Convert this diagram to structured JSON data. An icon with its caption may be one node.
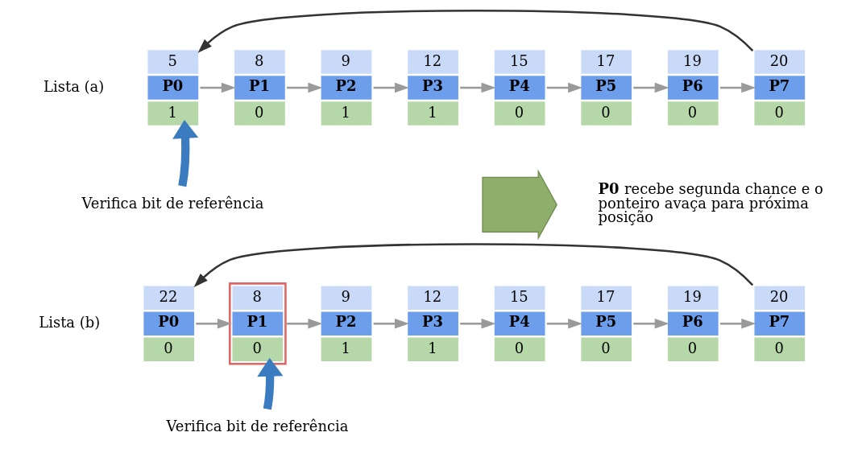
{
  "diagram": {
    "nodes": [
      {
        "text": [
          "5",
          "P0",
          "1"
        ]
      },
      {
        "text": [
          "8",
          "P1",
          "0"
        ]
      },
      {
        "text": [
          "9",
          "P2",
          "1"
        ]
      },
      {
        "text": [
          "12",
          "P3",
          "1"
        ]
      },
      {
        "text": [
          "15",
          "P4",
          "0"
        ]
      },
      {
        "text": [
          "17",
          "P5",
          "0"
        ]
      },
      {
        "text": [
          "19",
          "P6",
          "0"
        ]
      },
      {
        "text": [
          "20",
          "P7",
          "0"
        ]
      },
      {
        "text": [
          "Verifica bit de referência"
        ]
      },
      {
        "text": [],
        "shape": "arrow",
        "beside": [
          "**P0** recebe segunda chance e o ponteiro avaça para próxima posição"
        ]
      },
      {
        "text": [
          "22",
          "P0",
          "0"
        ]
      },
      {
        "text": [
          "8",
          "P1",
          "0"
        ]
      },
      {
        "text": [
          "9",
          "P2",
          "1"
        ]
      },
      {
        "text": [
          "12",
          "P3",
          "1"
        ]
      },
      {
        "text": [
          "15",
          "P4",
          "0"
        ]
      },
      {
        "text": [
          "17",
          "P5",
          "0"
        ]
      },
      {
        "text": [
          "19",
          "P6",
          "0"
        ]
      },
      {
        "text": [
          "20",
          "P7",
          "0"
        ]
      },
      {
        "text": [
          "Verifica bit de referência"
        ]
      }
    ],
    "edges": [
      {
        "from": 0,
        "to": 1,
        "arrow": "to"
      },
      {
        "from": 1,
        "to": 2,
        "arrow": "to"
      },
      {
        "from": 2,
        "to": 3,
        "arrow": "to"
      },
      {
        "from": 3,
        "to": 4,
        "arrow": "to"
      },
      {
        "from": 4,
        "to": 5,
        "arrow": "to"
      },
      {
        "from": 5,
        "to": 6,
        "arrow": "to"
      },
      {
        "from": 6,
        "to": 7,
        "arrow": "to"
      },
      {
        "from": 7,
        "to": 0,
        "arrow": "to",
        "color": "#333333"
      },
      {
        "from": 8,
        "to": 0,
        "arrow": "to",
        "style": "thick",
        "color": "#3b7bbf"
      },
      {
        "from": 10,
        "to": 11,
        "arrow": "to"
      },
      {
        "from": 11,
        "to": 12,
        "arrow": "to"
      },
      {
        "from": 12,
        "to": 13,
        "arrow": "to"
      },
      {
        "from": 13,
        "to": 14,
        "arrow": "to"
      },
      {
        "from": 14,
        "to": 15,
        "arrow": "to"
      },
      {
        "from": 15,
        "to": 16,
        "arrow": "to"
      },
      {
        "from": 16,
        "to": 17,
        "arrow": "to"
      },
      {
        "from": 17,
        "to": 10,
        "arrow": "to",
        "color": "#333333"
      },
      {
        "from": 18,
        "to": 11,
        "arrow": "to",
        "style": "thick",
        "color": "#3b7bbf"
      }
    ],
    "labels": [
      "Lista (a)",
      "Lista (b)"
    ]
  }
}
